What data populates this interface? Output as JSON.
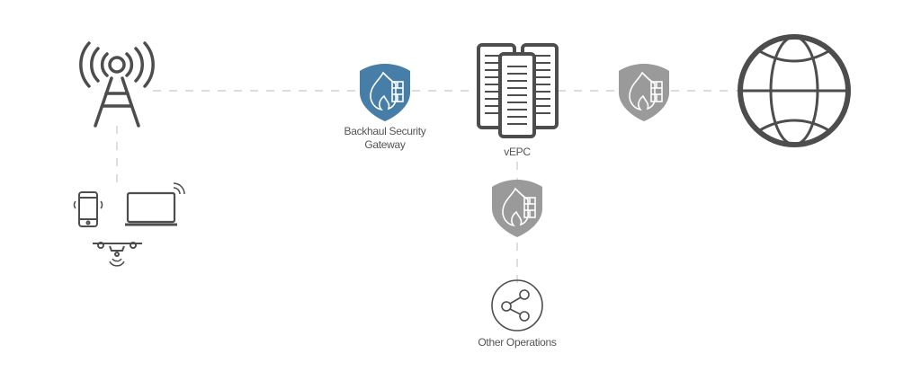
{
  "nodes": {
    "backhaul_gateway": {
      "label_line1": "Backhaul Security",
      "label_line2": "Gateway"
    },
    "vepc": {
      "label": "vEPC"
    },
    "other_operations": {
      "label": "Other Operations"
    }
  },
  "colors": {
    "accent": "#477ea8",
    "gray_shield": "#9a9a9a",
    "icon": "#4d4d4d",
    "dash": "#c8c8c8"
  }
}
